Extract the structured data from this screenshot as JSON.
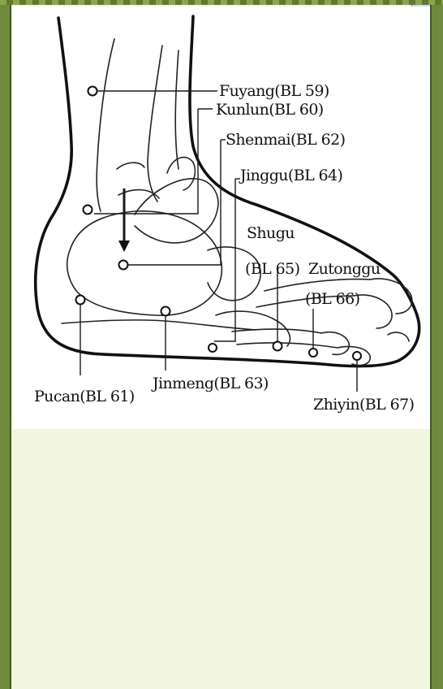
{
  "points": [
    {
      "id": "fuyang",
      "text": "Fuyang(BL 59)"
    },
    {
      "id": "kunlun",
      "text": "Kunlun(BL 60)"
    },
    {
      "id": "shenmai",
      "text": "Shenmai(BL 62)"
    },
    {
      "id": "jinggu",
      "text": "Jinggu(BL 64)"
    },
    {
      "id": "shugu-1",
      "text": "Shugu"
    },
    {
      "id": "shugu-2",
      "text": "(BL 65)"
    },
    {
      "id": "zutonggu-1",
      "text": "Zutonggu"
    },
    {
      "id": "zutonggu-2",
      "text": "(BL 66)"
    },
    {
      "id": "pucan",
      "text": "Pucan(BL 61)"
    },
    {
      "id": "jinmeng",
      "text": "Jinmeng(BL 63)"
    },
    {
      "id": "zhiyin",
      "text": "Zhiyin(BL 67)"
    }
  ],
  "colors": {
    "frame": "#6f8a3c",
    "panel": "#f2f6de",
    "figure": "#ffffff",
    "ink": "#111111"
  }
}
